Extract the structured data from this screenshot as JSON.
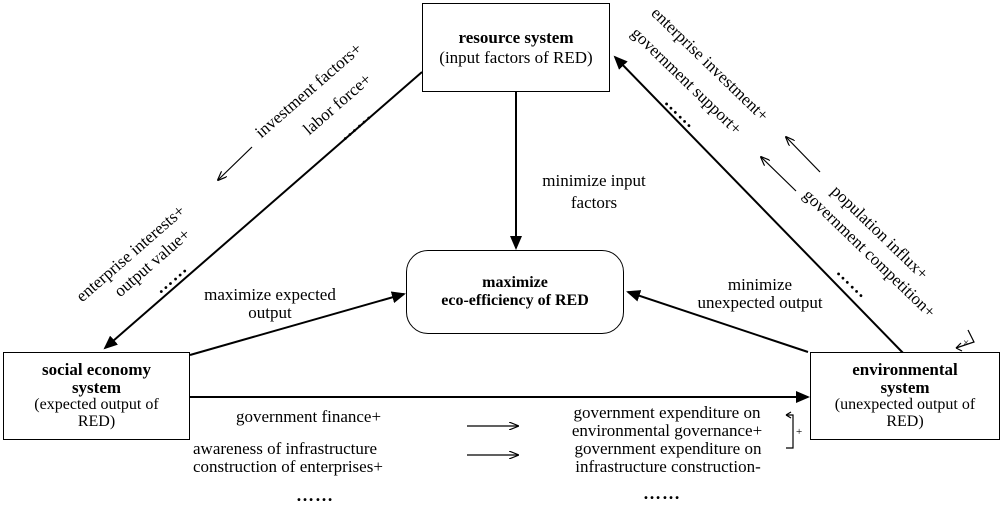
{
  "nodes": {
    "resource": {
      "title": "resource system",
      "subtitle": "(input factors of RED)"
    },
    "center": {
      "line1": "maximize",
      "line2": "eco-efficiency of RED"
    },
    "social": {
      "title1": "social economy",
      "title2": "system",
      "sub1": "(expected output of",
      "sub2": "RED)"
    },
    "environmental": {
      "title1": "environmental",
      "title2": "system",
      "sub1": "(unexpected output of",
      "sub2": "RED)"
    }
  },
  "edge_labels": {
    "minimize_input_1": "minimize input",
    "minimize_input_2": "factors",
    "maximize_expected_1": "maximize expected",
    "maximize_expected_2": "output",
    "minimize_unexpected_1": "minimize",
    "minimize_unexpected_2": "unexpected output"
  },
  "left_factors": {
    "investment": "investment factors+",
    "labor": "labor force+",
    "dots_top": "……",
    "enterprise_interests": "enterprise interests+",
    "output_value": "output value+",
    "dots_bottom": "……"
  },
  "right_factors": {
    "enterprise_investment": "enterprise investment+",
    "government_support": "government support+",
    "dots_top": "……",
    "population_influx": "population influx+",
    "government_competition": "government competition+",
    "dots_bottom": "……",
    "feedback_sign": "×"
  },
  "bottom_factors": {
    "gov_finance": "government finance+",
    "awareness_1": "awareness of infrastructure",
    "awareness_2": "construction of enterprises+",
    "dots_left": "……",
    "expenditure_env_1": "government expenditure on",
    "expenditure_env_2": "environmental governance+",
    "expenditure_infra_1": "government expenditure on",
    "expenditure_infra_2": "infrastructure construction-",
    "dots_right": "……",
    "bracket_sign": "+"
  }
}
